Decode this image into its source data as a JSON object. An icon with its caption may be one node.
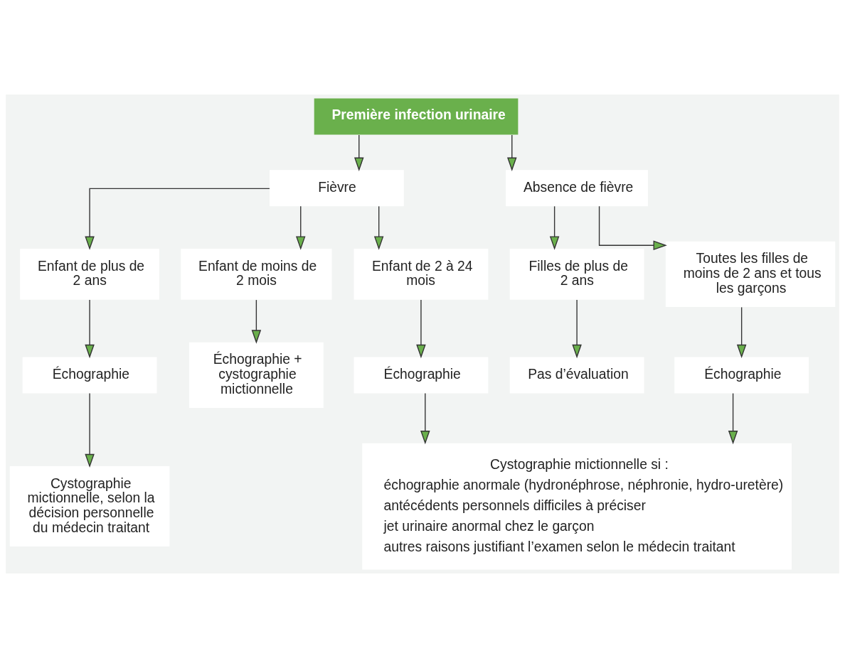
{
  "diagram": {
    "nodes": [
      {
        "text": [
          "Première infection urinaire"
        ]
      },
      {
        "text": [
          "Fièvre"
        ]
      },
      {
        "text": [
          "Absence de fièvre"
        ]
      },
      {
        "text": [
          "Enfant de moins de 2 mois"
        ]
      },
      {
        "text": [
          "Enfant de 2 à 24 mois"
        ]
      },
      {
        "text": [
          "Enfant de plus de 2 ans"
        ]
      },
      {
        "text": [
          "Toutes les filles de moins de 2 ans et tous les garçons"
        ]
      },
      {
        "text": [
          "Filles de plus de 2 ans"
        ]
      },
      {
        "text": [
          "Échographie + cystographie mictionnelle"
        ]
      },
      {
        "text": [
          "Échographie"
        ]
      },
      {
        "text": [
          "Échographie"
        ]
      },
      {
        "text": [
          "Échographie"
        ]
      },
      {
        "text": [
          "Pas d’évaluation"
        ]
      },
      {
        "text": [
          "Cystographie mictionnelle, selon la décision personnelle du médecin traitant"
        ]
      },
      {
        "text": [
          "Cystographie mictionnelle si :",
          "échographie anormale (hydronéphrose, néphronie, hydro-uretère)",
          "antécédents personnels difficiles à préciser",
          "jet urinaire anormal chez le garçon",
          "autres raisons justifiant l’examen selon le médecin traitant"
        ]
      }
    ],
    "edges": [
      {
        "from": 0,
        "to": 1,
        "arrow": "to"
      },
      {
        "from": 0,
        "to": 2,
        "arrow": "to"
      },
      {
        "from": 1,
        "to": 3,
        "arrow": "to"
      },
      {
        "from": 1,
        "to": 4,
        "arrow": "to"
      },
      {
        "from": 1,
        "to": 5,
        "arrow": "to"
      },
      {
        "from": 2,
        "to": 6,
        "arrow": "to"
      },
      {
        "from": 2,
        "to": 7,
        "arrow": "to"
      },
      {
        "from": 3,
        "to": 8,
        "arrow": "to"
      },
      {
        "from": 4,
        "to": 9,
        "arrow": "to"
      },
      {
        "from": 5,
        "to": 10,
        "arrow": "to"
      },
      {
        "from": 6,
        "to": 11,
        "arrow": "to"
      },
      {
        "from": 7,
        "to": 12,
        "arrow": "to"
      },
      {
        "from": 10,
        "to": 13,
        "arrow": "to"
      },
      {
        "from": 9,
        "to": 14,
        "arrow": "to"
      },
      {
        "from": 11,
        "to": 14,
        "arrow": "to"
      }
    ]
  }
}
